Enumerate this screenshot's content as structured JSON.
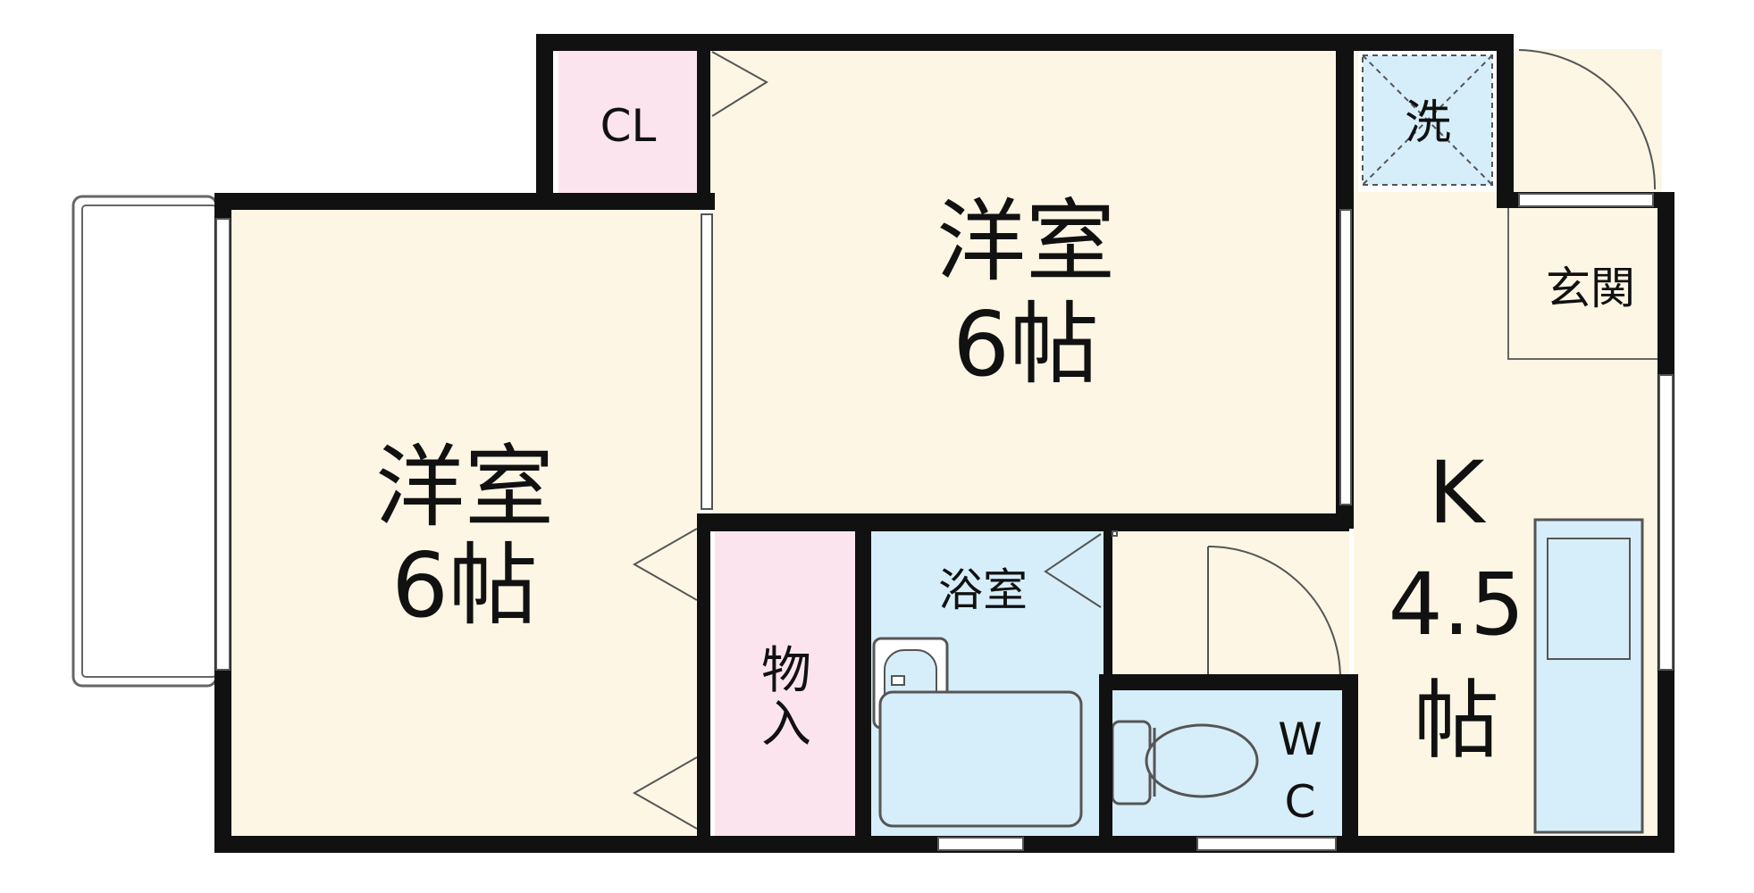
{
  "rooms": {
    "western_room_left": {
      "name": "洋室",
      "size": "6帖"
    },
    "western_room_top": {
      "name": "洋室",
      "size": "6帖"
    },
    "closet": {
      "label": "CL"
    },
    "storage": {
      "line1": "物",
      "line2": "入"
    },
    "bathroom": {
      "label": "浴室"
    },
    "toilet": {
      "line1": "W",
      "line2": "C"
    },
    "kitchen": {
      "line1": "K",
      "line2": "4.5",
      "line3": "帖"
    },
    "entrance": {
      "label": "玄関"
    },
    "washer": {
      "label": "洗"
    }
  },
  "colors": {
    "room_floor": "#fdf6e4",
    "storage_pink": "#fce4ef",
    "wet_area_blue": "#d6eef9",
    "wall": "#111111",
    "window": "#ffffff"
  }
}
